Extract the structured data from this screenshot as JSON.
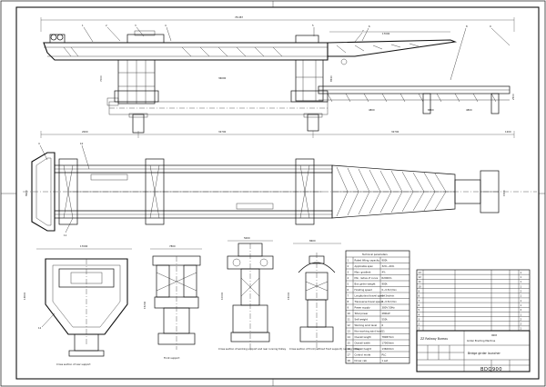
{
  "top_view": {
    "total_length": "78.087",
    "dim_bottom_left": "32700",
    "dim_bottom_mid": "32700",
    "dim_mid": "36000",
    "dim_left": "2000",
    "dim_right": "1200",
    "dim_nose": "17000",
    "dim_h1": "7000",
    "dim_h2": "8540",
    "dim_h3": "2500",
    "dim_span_a": "4800",
    "dim_span_b": "8800",
    "dim_span_c": "4800",
    "callouts": [
      "1",
      "2",
      "3",
      "4",
      "5",
      "6",
      "7",
      "8",
      "9"
    ]
  },
  "plan_view": {
    "callouts": [
      "4",
      "10",
      "11"
    ],
    "dim_width": "8900",
    "dim_right": "1500"
  },
  "section_views": [
    {
      "caption": "Cross section of rear support",
      "dim_width": "17000",
      "dim_height": "13600",
      "callout": "12"
    },
    {
      "caption": "Front support",
      "dim_width": "7800",
      "dim_height": "15240"
    },
    {
      "caption": "Cross section of working support and rear running trolley",
      "dim_width": "5000",
      "dim_height": "10000"
    },
    {
      "caption": "Cross section of front (without front support) running trolley",
      "dim_width": "8600",
      "dim_height": "15000"
    }
  ],
  "spec_table": {
    "title": "Technical parameters",
    "rows": [
      [
        "1",
        "Rated lifting capacity",
        "900t"
      ],
      [
        "2",
        "Applicable span",
        "32m~40m"
      ],
      [
        "3",
        "Max. gradient",
        "4%"
      ],
      [
        "4",
        "Min. radius of curve",
        "R2000m"
      ],
      [
        "5",
        "Box girder weight",
        "900t"
      ],
      [
        "6",
        "Hoisting speed",
        "0~0.5m/min"
      ],
      [
        "7",
        "Longitudinal travel speed",
        "0~3m/min"
      ],
      [
        "8",
        "Transverse travel speed",
        "0~0.5m/min"
      ],
      [
        "9",
        "Power supply",
        "380V 50Hz"
      ],
      [
        "10",
        "Total power",
        "280kW"
      ],
      [
        "11",
        "Self weight",
        "550t"
      ],
      [
        "12",
        "Working wind level",
        "6"
      ],
      [
        "13",
        "Non-working wind level",
        "11"
      ],
      [
        "14",
        "Overall length",
        "78087mm"
      ],
      [
        "15",
        "Overall width",
        "17000mm"
      ],
      [
        "16",
        "Overall height",
        "13600mm"
      ],
      [
        "17",
        "Control mode",
        "PLC"
      ],
      [
        "18",
        "Driver cab",
        "1 set"
      ]
    ]
  },
  "parts_list": {
    "rows": [
      [
        "13",
        "",
        "",
        "1"
      ],
      [
        "12",
        "",
        "",
        "1"
      ],
      [
        "11",
        "",
        "",
        "1"
      ],
      [
        "10",
        "",
        "",
        "1"
      ],
      [
        "9",
        "",
        "",
        "2"
      ],
      [
        "8",
        "",
        "",
        "1"
      ],
      [
        "7",
        "",
        "",
        "1"
      ],
      [
        "6",
        "",
        "",
        "1"
      ],
      [
        "5",
        "",
        "",
        "2"
      ],
      [
        "4",
        "",
        "",
        "1"
      ],
      [
        "3",
        "",
        "",
        "2"
      ],
      [
        "2",
        "",
        "",
        "2"
      ],
      [
        "1",
        "",
        "",
        "1"
      ]
    ]
  },
  "title_block": {
    "company": "ZZ Railway Bureau",
    "line2": "900t",
    "line3": "Girder Erecting Machine",
    "drawing_title": "Bridge girder launcher",
    "drawing_no": "BDQ900"
  }
}
